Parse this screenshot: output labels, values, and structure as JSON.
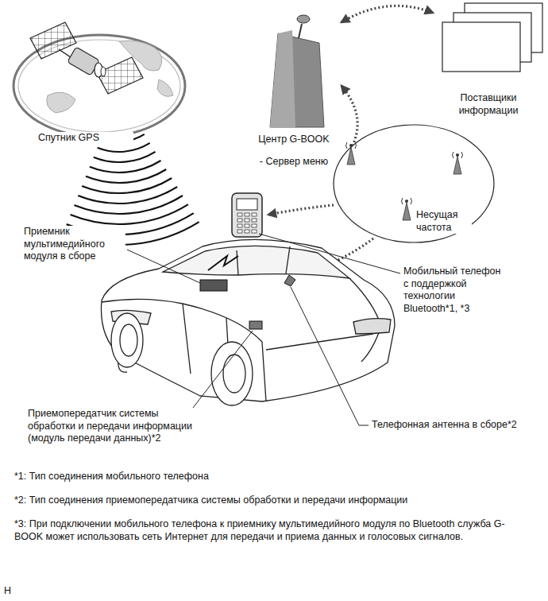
{
  "diagram": {
    "nodes": [
      {
        "text": [
          "Центр G-BOOK",
          "- Сервер меню"
        ]
      },
      {
        "text": [
          "Поставщики информации"
        ]
      },
      {
        "text": [
          "Несущая частота"
        ]
      }
    ],
    "edges": [
      {
        "from": 0,
        "to": 1,
        "arrow": "both"
      },
      {
        "from": 2,
        "to": 0,
        "arrow": "to"
      }
    ],
    "labels": [
      "Спутник GPS",
      "Приемник мультимедийного модуля в сборе",
      "Мобильный телефон с поддержкой технологии Bluetooth*1, *3",
      "Приемопередатчик системы обработки и передачи информации (модуль передачи данных)*2",
      "Телефонная антенна в сборе*2",
      "*1: Тип соединения мобильного телефона",
      "*2: Тип соединения приемопередатчика системы обработки и передачи информации",
      "*3: При подключении мобильного телефона к приемнику мультимедийного модуля по Bluetooth служба G-BOOK может использовать сеть Интернет для передачи и приема данных и голосовых сигналов.",
      "H"
    ]
  }
}
